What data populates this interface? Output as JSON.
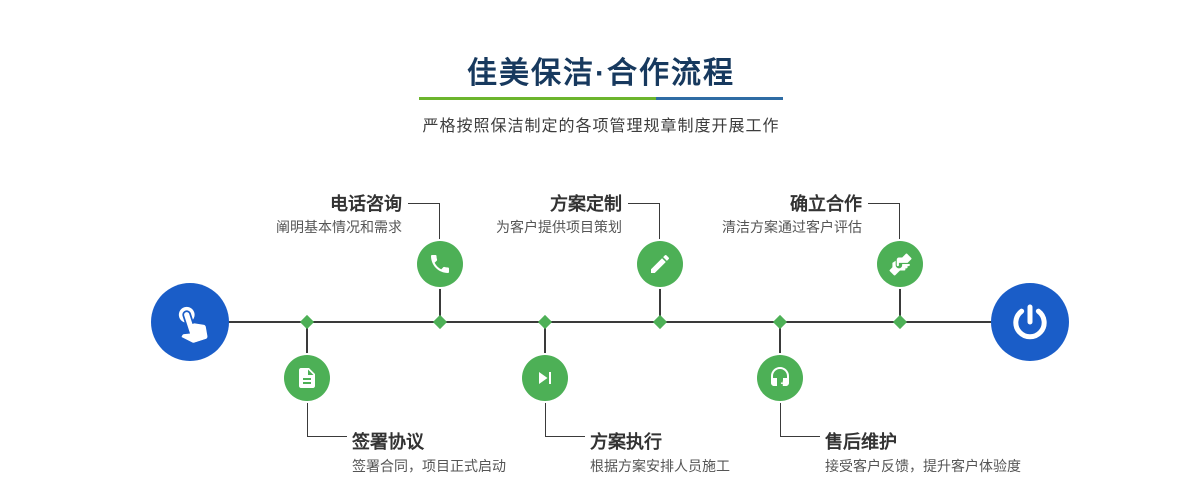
{
  "header": {
    "title": "佳美保洁·合作流程",
    "subtitle": "严格按照保洁制定的各项管理规章制度开展工作"
  },
  "colors": {
    "accent_green": "#4db056",
    "accent_blue": "#1a5dc8",
    "divider_green": "#6cb52d",
    "divider_blue": "#2e6ca4",
    "title_navy": "#17395e"
  },
  "timeline": {
    "start_icon": "hand-pointer-icon",
    "end_icon": "power-icon",
    "steps_top": [
      {
        "title": "电话咨询",
        "desc": "阐明基本情况和需求",
        "icon": "phone-icon"
      },
      {
        "title": "方案定制",
        "desc": "为客户提供项目策划",
        "icon": "pen-icon"
      },
      {
        "title": "确立合作",
        "desc": "清洁方案通过客户评估",
        "icon": "handshake-icon"
      }
    ],
    "steps_bottom": [
      {
        "title": "签署协议",
        "desc": "签署合同，项目正式启动",
        "icon": "contract-icon"
      },
      {
        "title": "方案执行",
        "desc": "根据方案安排人员施工",
        "icon": "play-next-icon"
      },
      {
        "title": "售后维护",
        "desc": "接受客户反馈，提升客户体验度",
        "icon": "headset-icon"
      }
    ]
  }
}
